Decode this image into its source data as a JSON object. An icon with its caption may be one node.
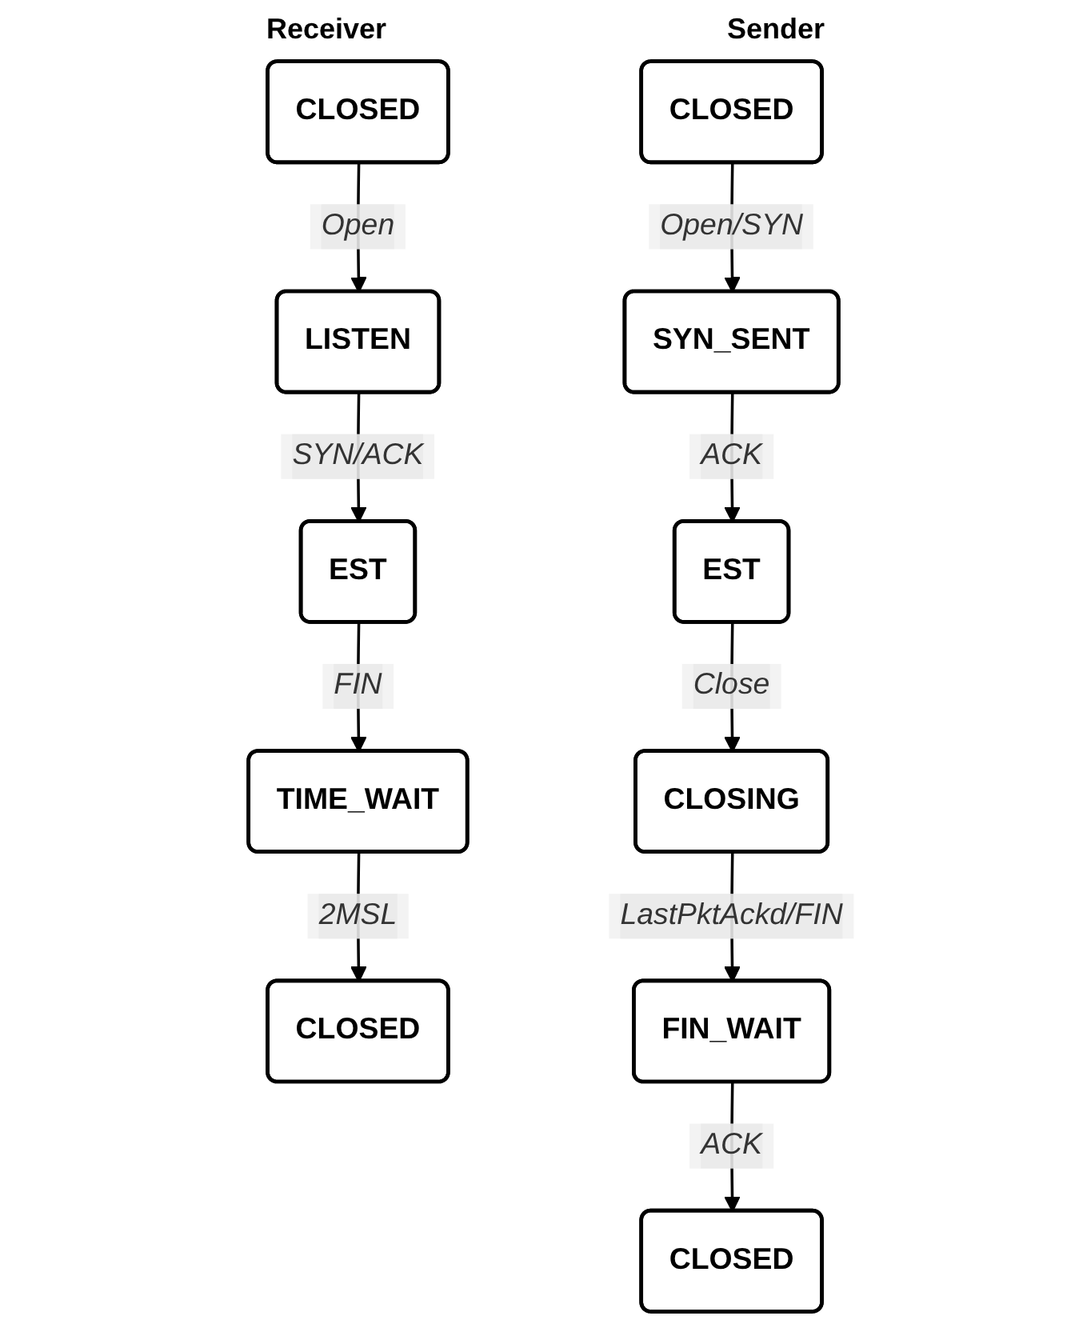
{
  "diagram": {
    "nodes": [
      {
        "text": [
          "CLOSED"
        ]
      },
      {
        "text": [
          "LISTEN"
        ]
      },
      {
        "text": [
          "EST"
        ]
      },
      {
        "text": [
          "TIME_WAIT"
        ]
      },
      {
        "text": [
          "CLOSED"
        ]
      },
      {
        "text": [
          "CLOSED"
        ]
      },
      {
        "text": [
          "SYN_SENT"
        ]
      },
      {
        "text": [
          "EST"
        ]
      },
      {
        "text": [
          "CLOSING"
        ]
      },
      {
        "text": [
          "FIN_WAIT"
        ]
      },
      {
        "text": [
          "CLOSED"
        ]
      }
    ],
    "edges": [
      {
        "from": 0,
        "to": 1,
        "arrow": "to",
        "label": "Open"
      },
      {
        "from": 1,
        "to": 2,
        "arrow": "to",
        "label": "SYN/ACK"
      },
      {
        "from": 2,
        "to": 3,
        "arrow": "to",
        "label": "FIN"
      },
      {
        "from": 3,
        "to": 4,
        "arrow": "to",
        "label": "2MSL"
      },
      {
        "from": 5,
        "to": 6,
        "arrow": "to",
        "label": "Open/SYN"
      },
      {
        "from": 6,
        "to": 7,
        "arrow": "to",
        "label": "ACK"
      },
      {
        "from": 7,
        "to": 8,
        "arrow": "to",
        "label": "Close"
      },
      {
        "from": 8,
        "to": 9,
        "arrow": "to",
        "label": "LastPktAckd/FIN"
      },
      {
        "from": 9,
        "to": 10,
        "arrow": "to",
        "label": "ACK"
      }
    ],
    "labels": [
      "Receiver",
      "Sender"
    ]
  }
}
